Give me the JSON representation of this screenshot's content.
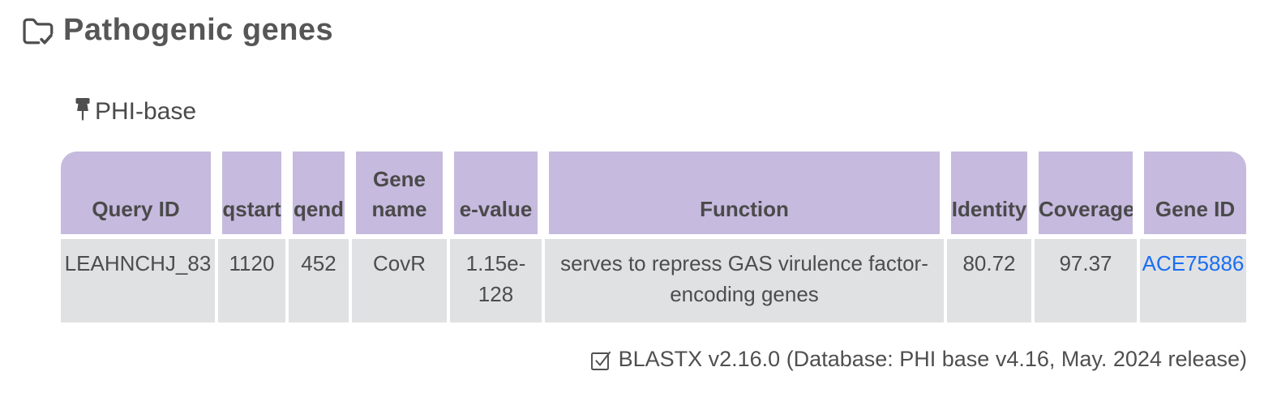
{
  "page": {
    "title": "Pathogenic genes",
    "section_label": "PHI-base",
    "footnote": "BLASTX v2.16.0 (Database: PHI base v4.16, May. 2024 release)"
  },
  "icons": {
    "title_icon": "folder-check-icon",
    "section_icon": "pushpin-icon",
    "footnote_icon": "check-square-icon"
  },
  "colors": {
    "header_bg": "#c6bade",
    "row_bg": "#e0e1e3",
    "link": "#1a6ef2",
    "text": "#4d4d4d"
  },
  "table": {
    "columns": [
      "Query ID",
      "qstart",
      "qend",
      "Gene name",
      "e-value",
      "Function",
      "Identity",
      "Coverage",
      "Gene ID"
    ],
    "rows": [
      {
        "query_id": "LEAHNCHJ_83",
        "qstart": "1120",
        "qend": "452",
        "gene_name": "CovR",
        "e_value": "1.15e-128",
        "function": "serves to repress GAS virulence factor-encoding genes",
        "identity": "80.72",
        "coverage": "97.37",
        "gene_id": "ACE75886"
      }
    ]
  }
}
